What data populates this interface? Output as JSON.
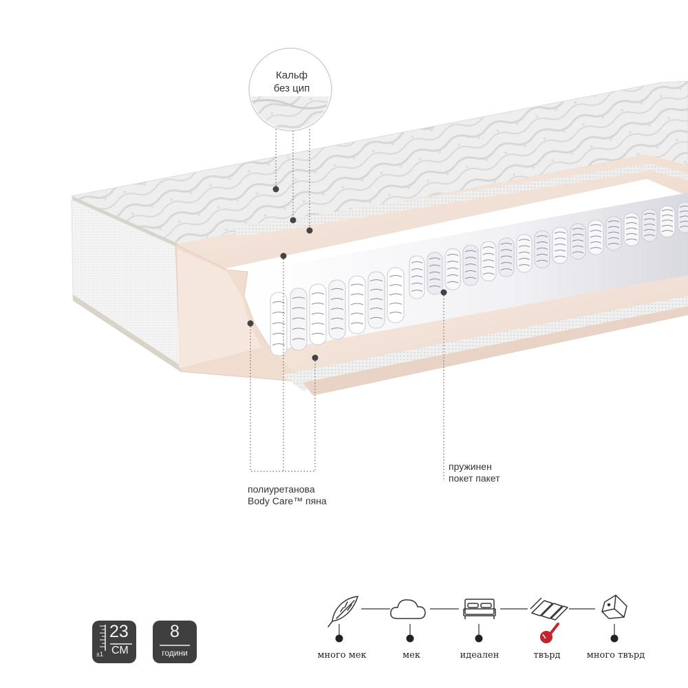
{
  "callouts": {
    "top_layer": [
      "Кальф",
      "без цип"
    ],
    "foam": [
      "полиуретанова",
      "Body Care™ пяна"
    ],
    "springs": [
      "пружинен",
      "покет пакет"
    ]
  },
  "badges": {
    "height_value": "23",
    "height_unit": "СМ",
    "height_tolerance": "±1",
    "warranty_value": "8",
    "warranty_unit": "години"
  },
  "firmness_scale": {
    "levels": [
      {
        "label": "много мек",
        "icon": "feather-icon"
      },
      {
        "label": "мек",
        "icon": "cloud-icon"
      },
      {
        "label": "идеален",
        "icon": "bed-icon"
      },
      {
        "label": "твърд",
        "icon": "planks-icon"
      },
      {
        "label": "много твърд",
        "icon": "rock-icon"
      }
    ],
    "selected": "твърд",
    "selected_color": "#c0262d"
  },
  "colors": {
    "foam": "#f3e3d8",
    "cover": "#e9e9e9",
    "badge": "#3f3f3f",
    "dot": "#444444"
  }
}
